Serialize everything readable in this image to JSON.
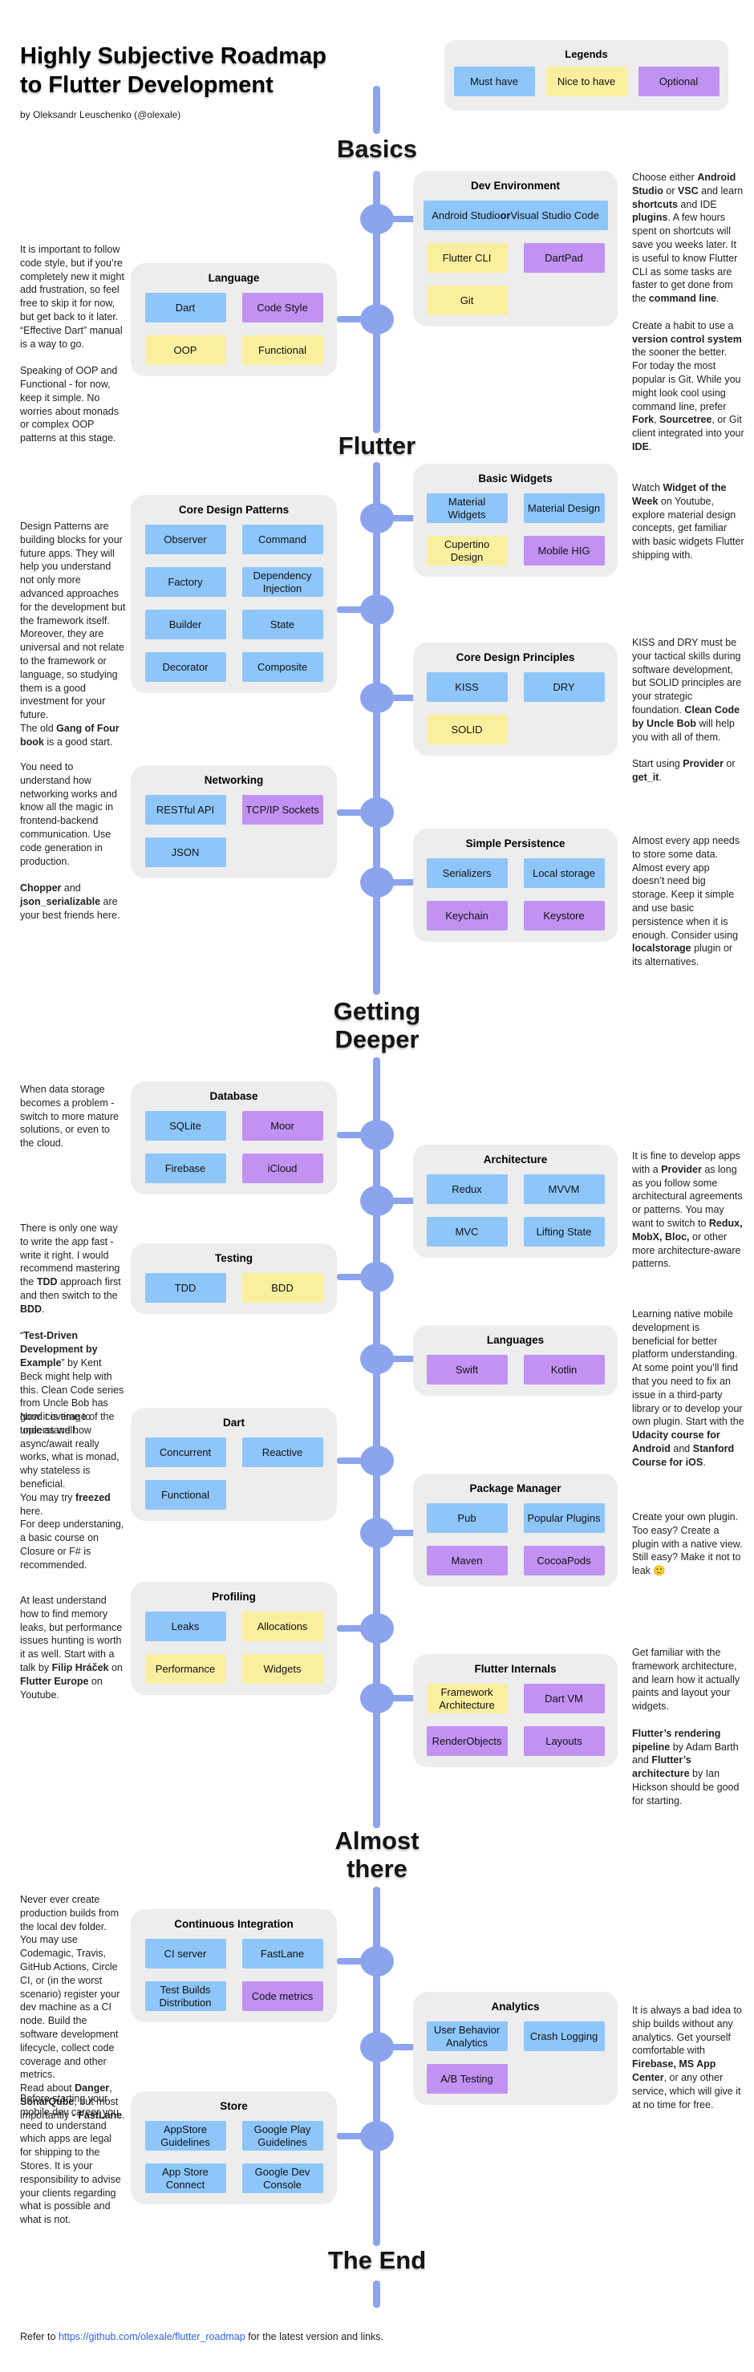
{
  "header": {
    "title_lines": [
      "Highly Subjective Roadmap",
      "to Flutter Development"
    ],
    "byline": "by Oleksandr Leuschenko (@olexale)"
  },
  "legend": {
    "title": "Legends",
    "items": [
      {
        "label": "Must have",
        "type": "must"
      },
      {
        "label": "Nice to have",
        "type": "nice"
      },
      {
        "label": "Optional",
        "type": "optional"
      }
    ]
  },
  "colors": {
    "must": "#8EC6FA",
    "nice": "#FAEF9F",
    "optional": "#C292F3",
    "timeline": "#8CA4EE",
    "group_bg": "#EDEDED"
  },
  "sections": {
    "basics": "Basics",
    "flutter": "Flutter",
    "deeper": "Getting\nDeeper",
    "almost": "Almost\nthere",
    "end": "The End"
  },
  "groups": [
    {
      "id": "dev-environment",
      "title": "Dev Environment",
      "chips": [
        {
          "label": "Android Studio or Visual Studio Code",
          "type": "must",
          "wide": true,
          "rich": [
            {
              "t": "Android Studio "
            },
            {
              "t": "or",
              "b": true
            },
            {
              "t": " Visual Studio Code"
            }
          ]
        },
        {
          "label": "Flutter CLI",
          "type": "nice"
        },
        {
          "label": "DartPad",
          "type": "optional"
        },
        {
          "label": "Git",
          "type": "nice"
        }
      ]
    },
    {
      "id": "language",
      "title": "Language",
      "chips": [
        {
          "label": "Dart",
          "type": "must"
        },
        {
          "label": "Code Style",
          "type": "optional"
        },
        {
          "label": "OOP",
          "type": "nice"
        },
        {
          "label": "Functional",
          "type": "nice"
        }
      ]
    },
    {
      "id": "basic-widgets",
      "title": "Basic Widgets",
      "chips": [
        {
          "label": "Material Widgets",
          "type": "must"
        },
        {
          "label": "Material Design",
          "type": "must"
        },
        {
          "label": "Cupertino Design",
          "type": "nice"
        },
        {
          "label": "Mobile HIG",
          "type": "optional"
        }
      ]
    },
    {
      "id": "core-design-patterns",
      "title": "Core Design Patterns",
      "chips": [
        {
          "label": "Observer",
          "type": "must"
        },
        {
          "label": "Command",
          "type": "must"
        },
        {
          "label": "Factory",
          "type": "must"
        },
        {
          "label": "Dependency Injection",
          "type": "must"
        },
        {
          "label": "Builder",
          "type": "must"
        },
        {
          "label": "State",
          "type": "must"
        },
        {
          "label": "Decorator",
          "type": "must"
        },
        {
          "label": "Composite",
          "type": "must"
        }
      ]
    },
    {
      "id": "core-design-principles",
      "title": "Core Design Principles",
      "chips": [
        {
          "label": "KISS",
          "type": "must"
        },
        {
          "label": "DRY",
          "type": "must"
        },
        {
          "label": "SOLID",
          "type": "nice"
        }
      ]
    },
    {
      "id": "networking",
      "title": "Networking",
      "chips": [
        {
          "label": "RESTful API",
          "type": "must"
        },
        {
          "label": "TCP/IP Sockets",
          "type": "optional"
        },
        {
          "label": "JSON",
          "type": "must"
        }
      ]
    },
    {
      "id": "simple-persistence",
      "title": "Simple Persistence",
      "chips": [
        {
          "label": "Serializers",
          "type": "must"
        },
        {
          "label": "Local storage",
          "type": "must"
        },
        {
          "label": "Keychain",
          "type": "optional"
        },
        {
          "label": "Keystore",
          "type": "optional"
        }
      ]
    },
    {
      "id": "database",
      "title": "Database",
      "chips": [
        {
          "label": "SQLite",
          "type": "must"
        },
        {
          "label": "Moor",
          "type": "optional"
        },
        {
          "label": "Firebase",
          "type": "must"
        },
        {
          "label": "iCloud",
          "type": "optional"
        }
      ]
    },
    {
      "id": "architecture",
      "title": "Architecture",
      "chips": [
        {
          "label": "Redux",
          "type": "must"
        },
        {
          "label": "MVVM",
          "type": "must"
        },
        {
          "label": "MVC",
          "type": "must"
        },
        {
          "label": "Lifting State",
          "type": "must"
        }
      ]
    },
    {
      "id": "testing",
      "title": "Testing",
      "chips": [
        {
          "label": "TDD",
          "type": "must"
        },
        {
          "label": "BDD",
          "type": "nice"
        }
      ]
    },
    {
      "id": "languages",
      "title": "Languages",
      "chips": [
        {
          "label": "Swift",
          "type": "optional"
        },
        {
          "label": "Kotlin",
          "type": "optional"
        }
      ]
    },
    {
      "id": "dart",
      "title": "Dart",
      "chips": [
        {
          "label": "Concurrent",
          "type": "must"
        },
        {
          "label": "Reactive",
          "type": "must"
        },
        {
          "label": "Functional",
          "type": "must"
        }
      ]
    },
    {
      "id": "package-manager",
      "title": "Package Manager",
      "chips": [
        {
          "label": "Pub",
          "type": "must"
        },
        {
          "label": "Popular Plugins",
          "type": "must"
        },
        {
          "label": "Maven",
          "type": "optional"
        },
        {
          "label": "CocoaPods",
          "type": "optional"
        }
      ]
    },
    {
      "id": "profiling",
      "title": "Profiling",
      "chips": [
        {
          "label": "Leaks",
          "type": "must"
        },
        {
          "label": "Allocations",
          "type": "nice"
        },
        {
          "label": "Performance",
          "type": "nice"
        },
        {
          "label": "Widgets",
          "type": "nice"
        }
      ]
    },
    {
      "id": "flutter-internals",
      "title": "Flutter Internals",
      "chips": [
        {
          "label": "Framework Architecture",
          "type": "nice"
        },
        {
          "label": "Dart VM",
          "type": "optional"
        },
        {
          "label": "RenderObjects",
          "type": "optional"
        },
        {
          "label": "Layouts",
          "type": "optional"
        }
      ]
    },
    {
      "id": "continuous-integration",
      "title": "Continuous Integration",
      "chips": [
        {
          "label": "CI server",
          "type": "must"
        },
        {
          "label": "FastLane",
          "type": "must"
        },
        {
          "label": "Test Builds Distribution",
          "type": "must"
        },
        {
          "label": "Code metrics",
          "type": "optional"
        }
      ]
    },
    {
      "id": "analytics",
      "title": "Analytics",
      "chips": [
        {
          "label": "User Behavior Analytics",
          "type": "must"
        },
        {
          "label": "Crash Logging",
          "type": "must"
        },
        {
          "label": "A/B Testing",
          "type": "optional"
        }
      ]
    },
    {
      "id": "store",
      "title": "Store",
      "chips": [
        {
          "label": "AppStore Guidelines",
          "type": "must"
        },
        {
          "label": "Google Play Guidelines",
          "type": "must"
        },
        {
          "label": "App Store Connect",
          "type": "must"
        },
        {
          "label": "Google Dev Console",
          "type": "must"
        }
      ]
    }
  ],
  "notes": [
    {
      "for": "dev-environment",
      "segments": [
        {
          "t": "Choose either "
        },
        {
          "t": "Android Studio",
          "b": true
        },
        {
          "t": " or "
        },
        {
          "t": "VSC",
          "b": true
        },
        {
          "t": " and learn "
        },
        {
          "t": "shortcuts",
          "b": true
        },
        {
          "t": " and IDE "
        },
        {
          "t": "plugins",
          "b": true
        },
        {
          "t": ". A few hours spent on shortcuts will save you weeks later. It is useful to know Flutter CLI as some tasks are faster to get done from the "
        },
        {
          "t": "command line",
          "b": true
        },
        {
          "t": ".\n\nCreate a habit to use a "
        },
        {
          "t": "version control system",
          "b": true
        },
        {
          "t": " the sooner the better. For today the most popular is Git. While you might look cool using command line, prefer "
        },
        {
          "t": "Fork",
          "b": true
        },
        {
          "t": ", "
        },
        {
          "t": "Sourcetree",
          "b": true
        },
        {
          "t": ", or Git client integrated into your "
        },
        {
          "t": "IDE",
          "b": true
        },
        {
          "t": "."
        }
      ]
    },
    {
      "for": "language",
      "segments": [
        {
          "t": "It is important to follow code style, but if you’re completely new it might add frustration, so feel free to skip it for now, but get back to it later. “Effective Dart” manual is a way to go.\n\nSpeaking of OOP and Functional - for now, keep it simple. No worries about monads or complex OOP patterns at this stage."
        }
      ]
    },
    {
      "for": "basic-widgets",
      "segments": [
        {
          "t": "Watch "
        },
        {
          "t": "Widget of the Week",
          "b": true
        },
        {
          "t": " on Youtube, explore material design concepts, get familiar with basic widgets Flutter shipping with."
        }
      ]
    },
    {
      "for": "core-design-patterns",
      "segments": [
        {
          "t": "Design Patterns are building blocks for your future apps. They will help you understand not only more advanced approaches for the development but the framework itself. Moreover, they are universal and not relate to the framework or language, so studying them is a good investment for your future.\nThe old "
        },
        {
          "t": "Gang of Four book",
          "b": true
        },
        {
          "t": " is a good start."
        }
      ]
    },
    {
      "for": "core-design-principles",
      "segments": [
        {
          "t": "KISS and DRY must be your tactical skills during software development, but SOLID principles are your strategic foundation. "
        },
        {
          "t": "Clean Code by Uncle Bob",
          "b": true
        },
        {
          "t": " will help you with all of them.\n\nStart using "
        },
        {
          "t": "Provider",
          "b": true
        },
        {
          "t": " or "
        },
        {
          "t": "get_it",
          "b": true
        },
        {
          "t": "."
        }
      ]
    },
    {
      "for": "networking",
      "segments": [
        {
          "t": "You need to understand how networking works and know all the magic in frontend-backend communication. Use code generation in production.\n\n"
        },
        {
          "t": "Chopper",
          "b": true
        },
        {
          "t": " and "
        },
        {
          "t": "json_serializable",
          "b": true
        },
        {
          "t": " are your best friends here."
        }
      ]
    },
    {
      "for": "simple-persistence",
      "segments": [
        {
          "t": "Almost every app needs to store some data. Almost every app doesn’t need big storage. Keep it simple and use basic persistence when it is enough. Consider using "
        },
        {
          "t": "localstorage",
          "b": true
        },
        {
          "t": " plugin or its alternatives."
        }
      ]
    },
    {
      "for": "database",
      "segments": [
        {
          "t": "When data storage becomes a problem - switch to more mature solutions, or even to the cloud."
        }
      ]
    },
    {
      "for": "architecture",
      "segments": [
        {
          "t": "It is fine to develop apps with a "
        },
        {
          "t": "Provider",
          "b": true
        },
        {
          "t": " as long as you follow some architectural agreements or patterns. You may want to switch to "
        },
        {
          "t": "Redux, MobX, Bloc,",
          "b": true
        },
        {
          "t": " or other more architecture-aware patterns."
        }
      ]
    },
    {
      "for": "testing",
      "segments": [
        {
          "t": "There is only one way to write the app fast - write it right. I would recommend mastering the "
        },
        {
          "t": "TDD",
          "b": true
        },
        {
          "t": " approach first and then switch to the "
        },
        {
          "t": "BDD",
          "b": true
        },
        {
          "t": ".\n\n“"
        },
        {
          "t": "Test-Driven Development by Example",
          "b": true
        },
        {
          "t": "” by Kent Beck might help with this. Clean Code series from Uncle Bob has good coverage of the topic as well."
        }
      ]
    },
    {
      "for": "languages",
      "segments": [
        {
          "t": "Learning native mobile development is beneficial for better platform understanding. At some point you’ll find that you need to fix an issue in a third-party library or to develop your own plugin. Start with the "
        },
        {
          "t": "Udacity course for Android",
          "b": true
        },
        {
          "t": " and "
        },
        {
          "t": "Stanford Course for iOS",
          "b": true
        },
        {
          "t": "."
        }
      ]
    },
    {
      "for": "dart",
      "segments": [
        {
          "t": "Now it is time to understand how async/await really works, what is monad, why stateless is beneficial.\nYou may try "
        },
        {
          "t": "freezed",
          "b": true
        },
        {
          "t": " here.\nFor deep understaning, a basic course on Closure or F# is recommended."
        }
      ]
    },
    {
      "for": "package-manager",
      "segments": [
        {
          "t": "Create your own plugin. Too easy? Create a plugin with a native view. Still easy? Make it not to leak 🙂"
        }
      ]
    },
    {
      "for": "profiling",
      "segments": [
        {
          "t": "At least understand how to find memory leaks, but performance issues hunting is worth it as well. Start with a talk by "
        },
        {
          "t": "Filip Hráček",
          "b": true
        },
        {
          "t": " on "
        },
        {
          "t": "Flutter Europe",
          "b": true
        },
        {
          "t": " on Youtube."
        }
      ]
    },
    {
      "for": "flutter-internals",
      "segments": [
        {
          "t": "Get familiar with the framework architecture, and learn how it actually paints and layout your widgets.\n\n"
        },
        {
          "t": "Flutter’s rendering pipeline",
          "b": true
        },
        {
          "t": " by Adam Barth and "
        },
        {
          "t": "Flutter’s architecture",
          "b": true
        },
        {
          "t": " by Ian Hickson should be good for starting."
        }
      ]
    },
    {
      "for": "continuous-integration",
      "segments": [
        {
          "t": "Never ever create production builds from the local dev folder. You may use Codemagic, Travis, GitHub Actions, Circle CI, or (in the worst scenario) register your dev machine as a CI node. Build the software development lifecycle, collect code coverage and other metrics.\nRead about "
        },
        {
          "t": "Danger",
          "b": true
        },
        {
          "t": ", "
        },
        {
          "t": "SonarQube",
          "b": true
        },
        {
          "t": ", but most importantly - "
        },
        {
          "t": "FastLane",
          "b": true
        },
        {
          "t": "."
        }
      ]
    },
    {
      "for": "analytics",
      "segments": [
        {
          "t": "It is always a bad idea to ship builds without any analytics. Get yourself comfortable with "
        },
        {
          "t": "Firebase, MS App Center",
          "b": true
        },
        {
          "t": ", or any other service, which will give it at no time for free."
        }
      ]
    },
    {
      "for": "store",
      "segments": [
        {
          "t": "Before starting your mobile dev career you need to understand which apps are legal for shipping to the Stores. It is your responsibility to advise your clients regarding what is possible and what is not."
        }
      ]
    }
  ],
  "footer": {
    "prefix": "Refer to ",
    "link": "https://github.com/olexale/flutter_roadmap",
    "suffix": " for the latest version and links."
  }
}
